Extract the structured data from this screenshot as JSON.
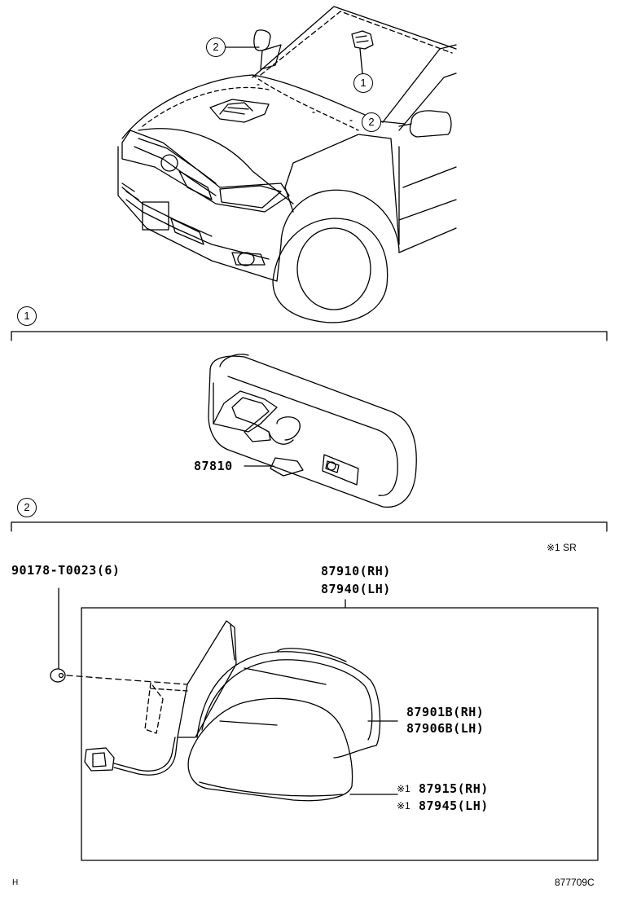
{
  "sections": {
    "s1_marker": "1",
    "s2_marker": "2"
  },
  "overview": {
    "callout_mirror_1": "1",
    "callout_outer_2a": "2",
    "callout_outer_2b": "2"
  },
  "parts": {
    "inner_mirror_cover": "87810",
    "clip": "90178-T0023(6)",
    "mirror_assy_rh": "87910(RH)",
    "mirror_assy_lh": "87940(LH)",
    "glass_rh": "87901B(RH)",
    "glass_lh": "87906B(LH)",
    "cover_rh_mark": "※1",
    "cover_rh": "87915(RH)",
    "cover_lh_mark": "※1",
    "cover_lh": "87945(LH)"
  },
  "note": "※1 SR",
  "footer": {
    "left_mark": "H",
    "diagram_code": "877709C"
  }
}
